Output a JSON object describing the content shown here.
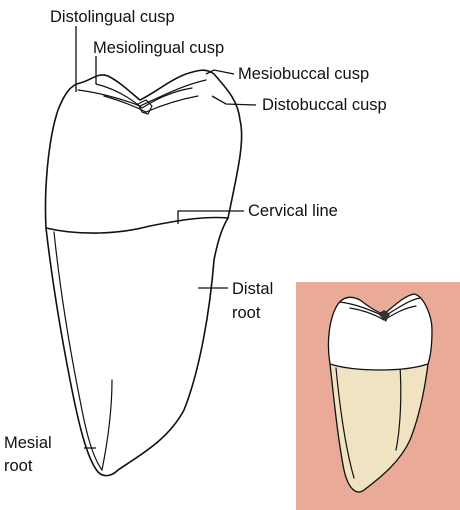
{
  "diagram": {
    "labels": {
      "distolingual_cusp": "Distolingual cusp",
      "mesiolingual_cusp": "Mesiolingual cusp",
      "mesiobuccal_cusp": "Mesiobuccal cusp",
      "distobuccal_cusp": "Distobuccal cusp",
      "cervical_line": "Cervical line",
      "distal_root_line1": "Distal",
      "distal_root_line2": "root",
      "mesial_root_line1": "Mesial",
      "mesial_root_line2": "root"
    },
    "colors": {
      "inset_background": "#e9ab98",
      "crown_enamel": "#ffffff",
      "root_cementum": "#f0e3c2",
      "outline": "#111111"
    }
  }
}
